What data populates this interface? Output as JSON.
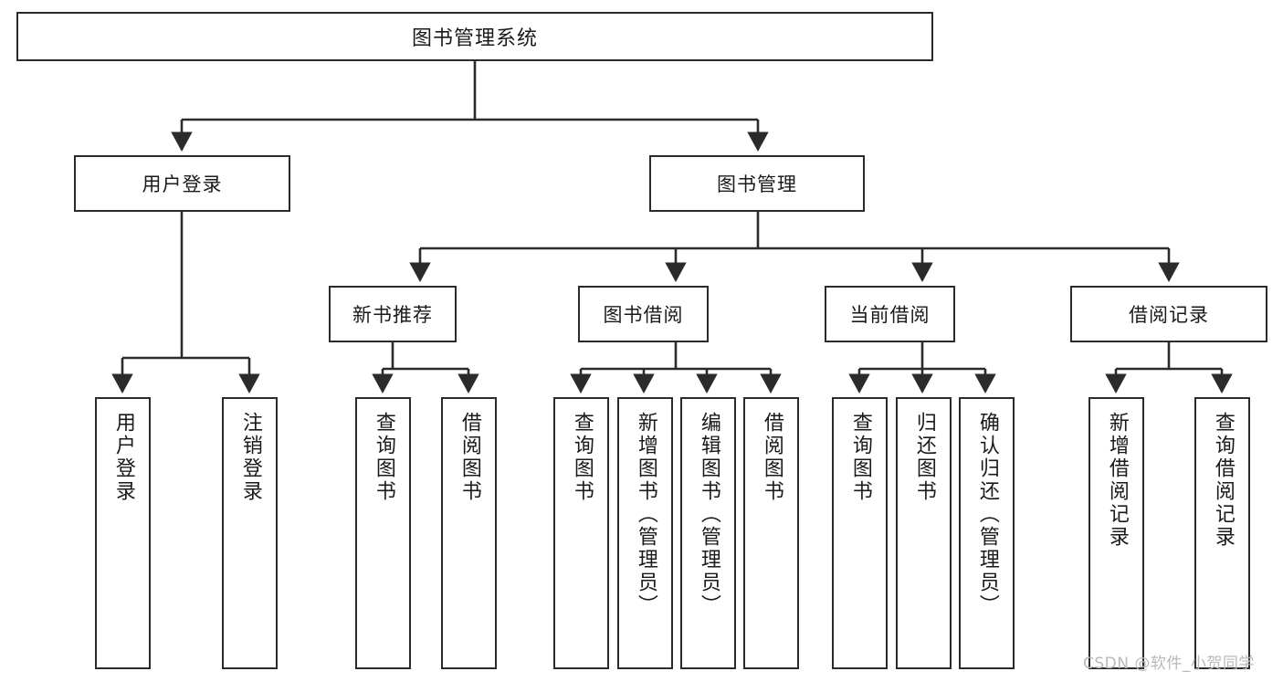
{
  "diagram": {
    "type": "tree",
    "title": "图书管理系统",
    "root": {
      "label": "图书管理系统"
    },
    "level2": [
      {
        "label": "用户登录"
      },
      {
        "label": "图书管理"
      }
    ],
    "level3": [
      {
        "label": "新书推荐"
      },
      {
        "label": "图书借阅"
      },
      {
        "label": "当前借阅"
      },
      {
        "label": "借阅记录"
      }
    ],
    "leaves": {
      "user_login": [
        {
          "label": "用户登录"
        },
        {
          "label": "注销登录"
        }
      ],
      "new_book_recommend": [
        {
          "label": "查询图书"
        },
        {
          "label": "借阅图书"
        }
      ],
      "book_borrow": [
        {
          "label": "查询图书"
        },
        {
          "label": "新增图书（管理员）"
        },
        {
          "label": "编辑图书（管理员）"
        },
        {
          "label": "借阅图书"
        }
      ],
      "current_borrow": [
        {
          "label": "查询图书"
        },
        {
          "label": "归还图书"
        },
        {
          "label": "确认归还（管理员）"
        }
      ],
      "borrow_record": [
        {
          "label": "新增借阅记录"
        },
        {
          "label": "查询借阅记录"
        }
      ]
    }
  },
  "watermark": {
    "text": "CSDN @软件_小贺同学"
  },
  "colors": {
    "border": "#2b2b2b",
    "text": "#1a1a1a",
    "background": "#ffffff",
    "watermark": "#b9b9b9"
  }
}
